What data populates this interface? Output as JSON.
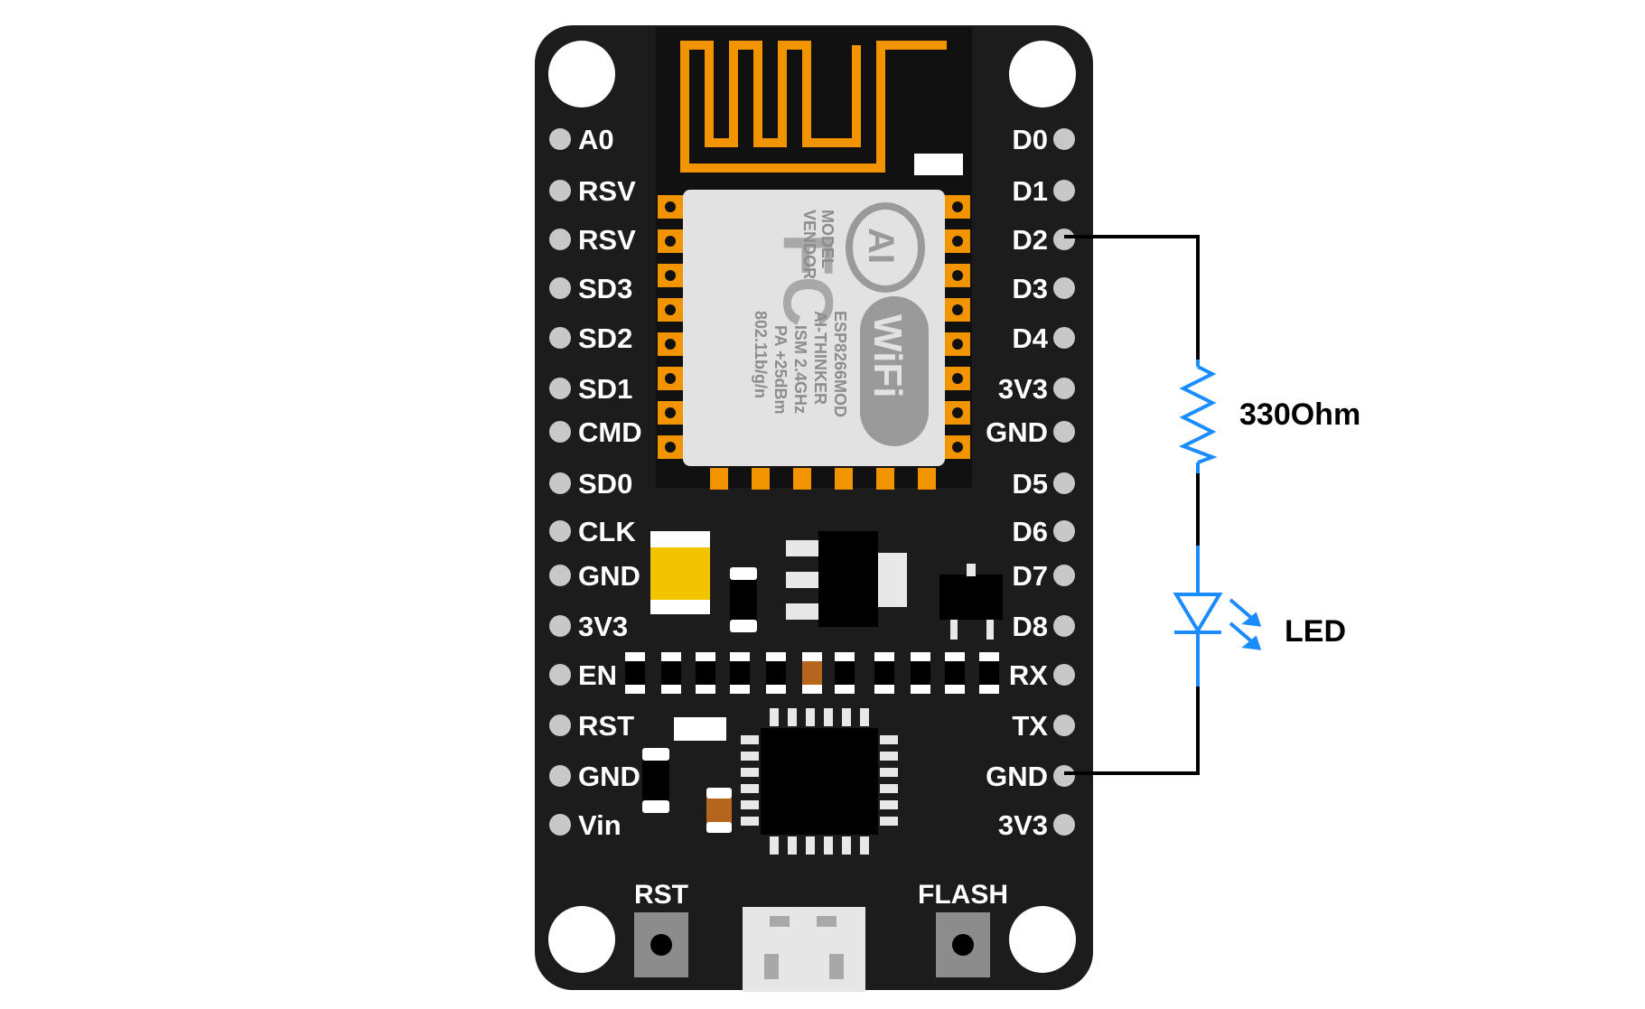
{
  "board": {
    "left_pins": [
      "A0",
      "RSV",
      "RSV",
      "SD3",
      "SD2",
      "SD1",
      "CMD",
      "SD0",
      "CLK",
      "GND",
      "3V3",
      "EN",
      "RST",
      "GND",
      "Vin"
    ],
    "right_pins": [
      "D0",
      "D1",
      "D2",
      "D3",
      "D4",
      "3V3",
      "GND",
      "D5",
      "D6",
      "D7",
      "D8",
      "RX",
      "TX",
      "GND",
      "3V3"
    ],
    "button_left": "RST",
    "button_right": "FLASH",
    "module": {
      "fcc_mark": "FC",
      "vendor_mark": "AI",
      "wifi_mark": "WiFi",
      "lines": [
        "MODEL",
        "VENDOR",
        "ESP8266MOD",
        "AI-THINKER",
        "ISM 2.4GHz",
        "PA +25dBm",
        "802.11b/g/n"
      ]
    }
  },
  "circuit": {
    "resistor_label": "330Ohm",
    "led_label": "LED",
    "from_pin": "D2",
    "to_pin": "GND"
  },
  "colors": {
    "board": "#1c1c1c",
    "antenna": "#f29400",
    "module_shield": "#e2e2e2",
    "pin_pad": "#c8c8c8",
    "capacitor": "#f2c400",
    "component_blue": "#1a8cff",
    "wire": "#000000"
  }
}
